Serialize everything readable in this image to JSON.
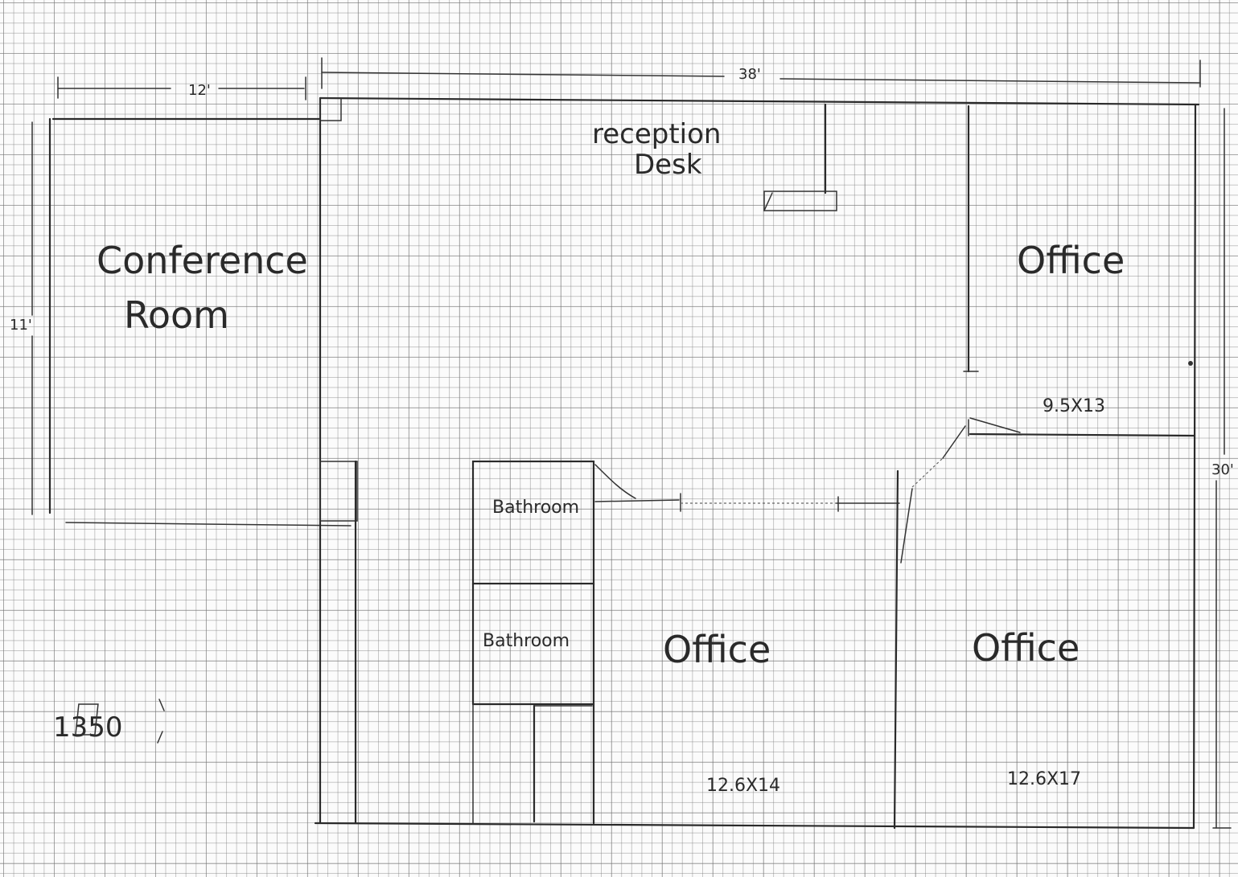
{
  "dimensions": {
    "top_left_width": "12'",
    "top_right_width": "38'",
    "left_height": "11'",
    "right_height": "30'"
  },
  "rooms": {
    "conference_line1": "Conference",
    "conference_line2": "Room",
    "reception_line1": "reception",
    "reception_line2": "Desk",
    "office_top_right": "Office",
    "office_top_right_size": "9.5X13",
    "bathroom_1": "Bathroom",
    "bathroom_2": "Bathroom",
    "office_center": "Office",
    "office_center_size": "12.6X14",
    "office_bottom_right": "Office",
    "office_bottom_right_size": "12.6X17"
  },
  "total_area": "1350"
}
